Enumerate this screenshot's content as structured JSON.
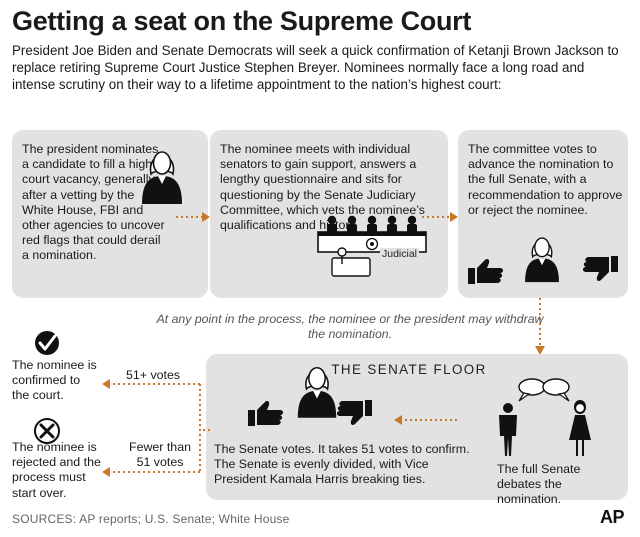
{
  "title": "Getting a seat on the Supreme Court",
  "intro": "President Joe Biden and Senate Democrats will seek a quick confirmation of Ketanji Brown Jackson to replace retiring Supreme Court Justice Stephen Breyer. Nominees normally face a long road and intense scrutiny on their way to a lifetime appointment to the nation’s highest court:",
  "steps": {
    "nomination": "The president nominates a candidate to fill a high court vacancy, generally after a vetting by the White House, FBI and other agencies to uncover red flags that could derail a nomination.",
    "hearing": "The nominee meets with individual senators to gain support, answers a lengthy questionnaire and sits for questioning by the Senate Judiciary Committee, which vets the nominee’s qualifications and history.",
    "committee_vote": "The committee votes to advance the nomination to the full Senate, with a recommendation to approve or reject the nominee."
  },
  "judiciary_sign": "Judicial",
  "withdraw_note": "At any point in the process, the nominee or the president may withdraw the nomination.",
  "senate_floor": {
    "title": "THE SENATE FLOOR",
    "vote": "The Senate votes. It takes 51 votes to confirm. The Senate is evenly divided, with Vice President Kamala Harris breaking ties.",
    "debate": "The full Senate debates the nomination."
  },
  "outcomes": {
    "confirmed": "The nominee is confirmed to the court.",
    "confirmed_votes": "51+ votes",
    "rejected": "The nominee is rejected and the process must start over.",
    "rejected_votes": "Fewer than 51 votes"
  },
  "sources": "SOURCES:  AP reports; U.S. Senate; White House",
  "credit": "AP",
  "colors": {
    "panel": "#e2e2e2",
    "arrow": "#c8782a",
    "ink": "#1a1a1a"
  },
  "icons": [
    "nominee-figure-icon",
    "judiciary-committee-icon",
    "thumbs-up-icon",
    "thumbs-down-icon",
    "checkmark-icon",
    "x-mark-icon",
    "debate-figures-icon"
  ]
}
